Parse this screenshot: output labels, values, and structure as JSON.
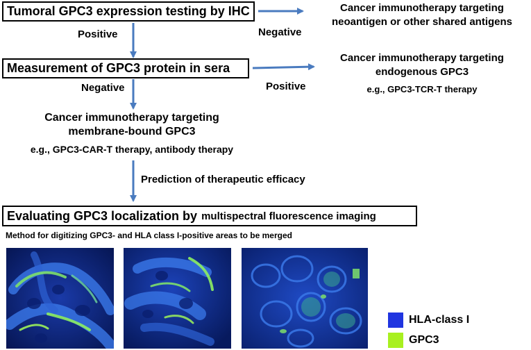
{
  "boxes": {
    "ihc": "Tumoral GPC3 expression testing by IHC",
    "sera": "Measurement of GPC3 protein in sera",
    "eval_main": "Evaluating GPC3 localization by",
    "eval_sub": "multispectral fluorescence imaging"
  },
  "edges": {
    "ihc_negative": "Negative",
    "ihc_positive": "Positive",
    "sera_positive": "Positive",
    "sera_negative": "Negative",
    "prediction": "Prediction of therapeutic efficacy"
  },
  "outcomes": {
    "neoantigen": [
      "Cancer immunotherapy targeting",
      "neoantigen or other shared antigens"
    ],
    "endogenous": [
      "Cancer immunotherapy targeting",
      "endogenous GPC3"
    ],
    "endogenous_example": "e.g., GPC3-TCR-T therapy",
    "membrane": [
      "Cancer immunotherapy targeting",
      "membrane-bound GPC3"
    ],
    "membrane_example": "e.g., GPC3-CAR-T therapy, antibody therapy"
  },
  "method_caption": "Method for digitizing GPC3- and HLA class I-positive areas to be merged",
  "legend": [
    {
      "label": "HLA-class I",
      "color": "#2035e0"
    },
    {
      "label": "GPC3",
      "color": "#a8f020"
    }
  ],
  "colors": {
    "arrow": "#4a7bbf"
  }
}
